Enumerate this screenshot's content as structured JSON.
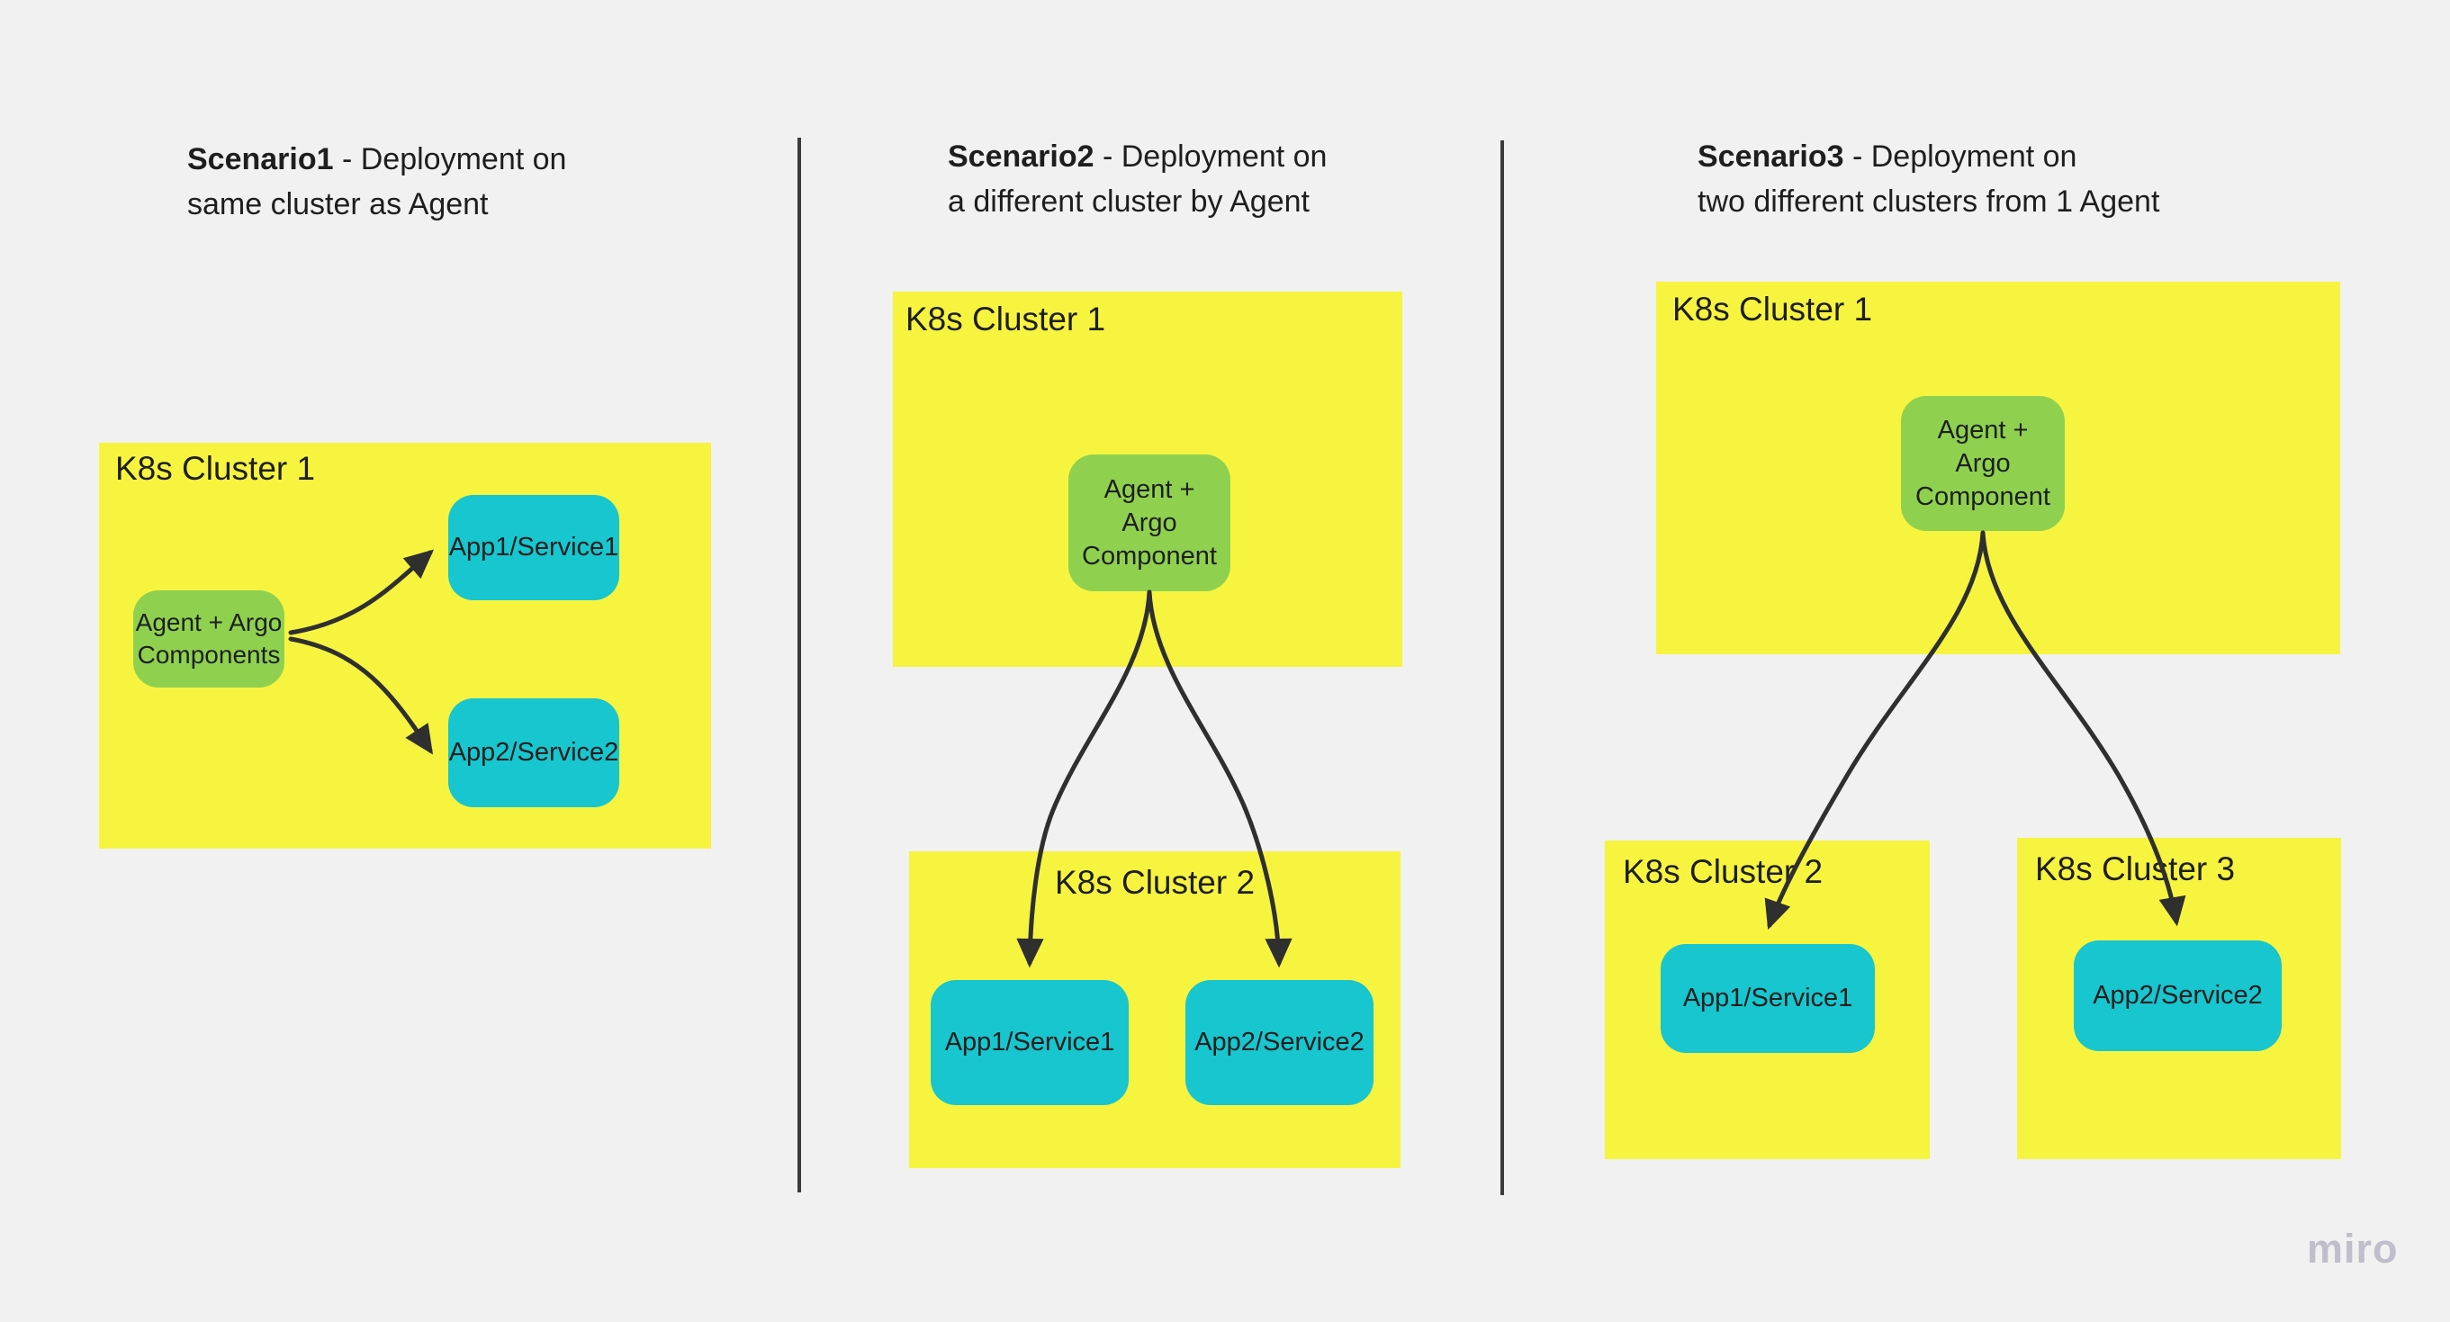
{
  "watermark": "miro",
  "colors": {
    "canvas_bg": "#F1F1F2",
    "cluster_fill": "#F7F440",
    "agent_fill": "#8FD14F",
    "app_fill": "#17C6CE",
    "text": "#1E1E1E",
    "line": "#2F2F2F",
    "divider": "#3B3B3B",
    "watermark": "#BFBECA"
  },
  "scenarios": [
    {
      "heading_bold": "Scenario1",
      "heading_rest": " - Deployment on\nsame cluster as Agent",
      "clusters": [
        {
          "label": "K8s Cluster 1",
          "agent": "Agent + Argo\nComponents",
          "apps": [
            "App1/Service1",
            "App2/Service2"
          ]
        }
      ]
    },
    {
      "heading_bold": "Scenario2",
      "heading_rest": " - Deployment on\na different cluster by Agent",
      "clusters": [
        {
          "label": "K8s Cluster 1",
          "agent": "Agent +\nArgo\nComponent"
        },
        {
          "label": "K8s Cluster 2",
          "apps": [
            "App1/Service1",
            "App2/Service2"
          ]
        }
      ]
    },
    {
      "heading_bold": "Scenario3",
      "heading_rest": " - Deployment on\ntwo different clusters from 1 Agent",
      "clusters": [
        {
          "label": "K8s Cluster 1",
          "agent": "Agent +\nArgo\nComponent"
        },
        {
          "label": "K8s Cluster 2",
          "apps": [
            "App1/Service1"
          ]
        },
        {
          "label": "K8s Cluster 3",
          "apps": [
            "App2/Service2"
          ]
        }
      ]
    }
  ]
}
